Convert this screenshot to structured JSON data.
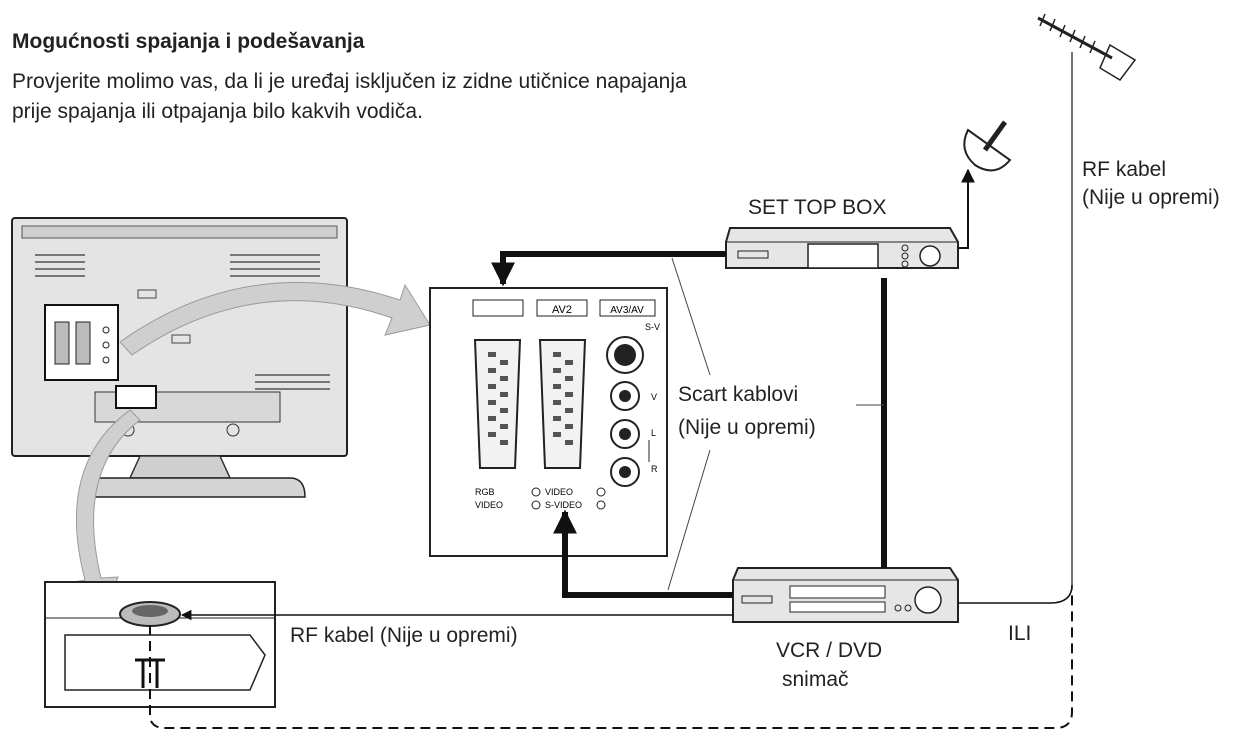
{
  "heading": {
    "title": "Mogućnosti spajanja i podešavanja",
    "intro_line1": "Provjerite molimo vas, da li je uređaj isključen iz zidne utičnice napajanja",
    "intro_line2": "prije spajanja ili otpajanja bilo kakvih vodiča."
  },
  "labels": {
    "set_top_box": "SET TOP BOX",
    "rf_cable_top_line1": "RF kabel",
    "rf_cable_top_line2": "(Nije u opremi)",
    "scart_line1": "Scart kablovi",
    "scart_line2": "(Nije u opremi)",
    "rf_cable_bottom": "RF kabel (Nije u opremi)",
    "vcr_line1": "VCR / DVD",
    "vcr_line2": "snimač",
    "ili": "ILI"
  },
  "panel": {
    "av2": "AV2",
    "av3": "AV3/AV",
    "sv": "S-V",
    "v": "V",
    "l": "L",
    "r": "R",
    "rgb": "RGB",
    "video": "VIDEO",
    "video2": "VIDEO",
    "svideo": "S-VIDEO"
  },
  "colors": {
    "line": "#222222",
    "panel_fill": "#ffffff",
    "tv_fill": "#e4e4e4",
    "arrow_fill": "#cfcfcf"
  }
}
